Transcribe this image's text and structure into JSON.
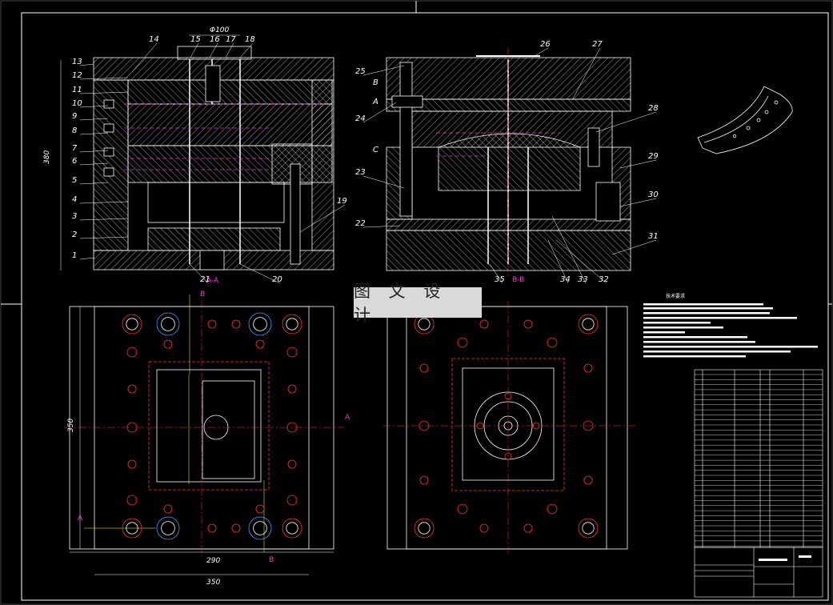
{
  "drawing": {
    "watermark": "图 文 设 计",
    "top_left_view": {
      "part_labels": [
        "1",
        "2",
        "3",
        "4",
        "5",
        "6",
        "7",
        "8",
        "9",
        "10",
        "11",
        "12",
        "13",
        "14",
        "15",
        "16",
        "17",
        "18",
        "19",
        "20",
        "21"
      ],
      "section_label": "A-A",
      "dim_height": "380",
      "dim_top": "Φ100"
    },
    "top_right_view": {
      "part_labels": [
        "22",
        "23",
        "24",
        "25",
        "26",
        "27",
        "28",
        "29",
        "30",
        "31",
        "32",
        "33",
        "34",
        "35"
      ],
      "section_label": "B-B",
      "letters": [
        "A",
        "B",
        "C"
      ]
    },
    "bottom_left_view": {
      "dim_width_inner": "290",
      "dim_width_outer": "350",
      "dim_height": "350",
      "cut_marks": [
        "A",
        "A",
        "B",
        "B"
      ]
    },
    "tech_requirements": {
      "title": "技术要求"
    }
  },
  "colors": {
    "background": "#000000",
    "line": "#ffffff",
    "section_line": "#ff2bd6",
    "center_line": "#ff3030",
    "hidden": "#3aa0ff",
    "dim_line": "#ffff40"
  }
}
